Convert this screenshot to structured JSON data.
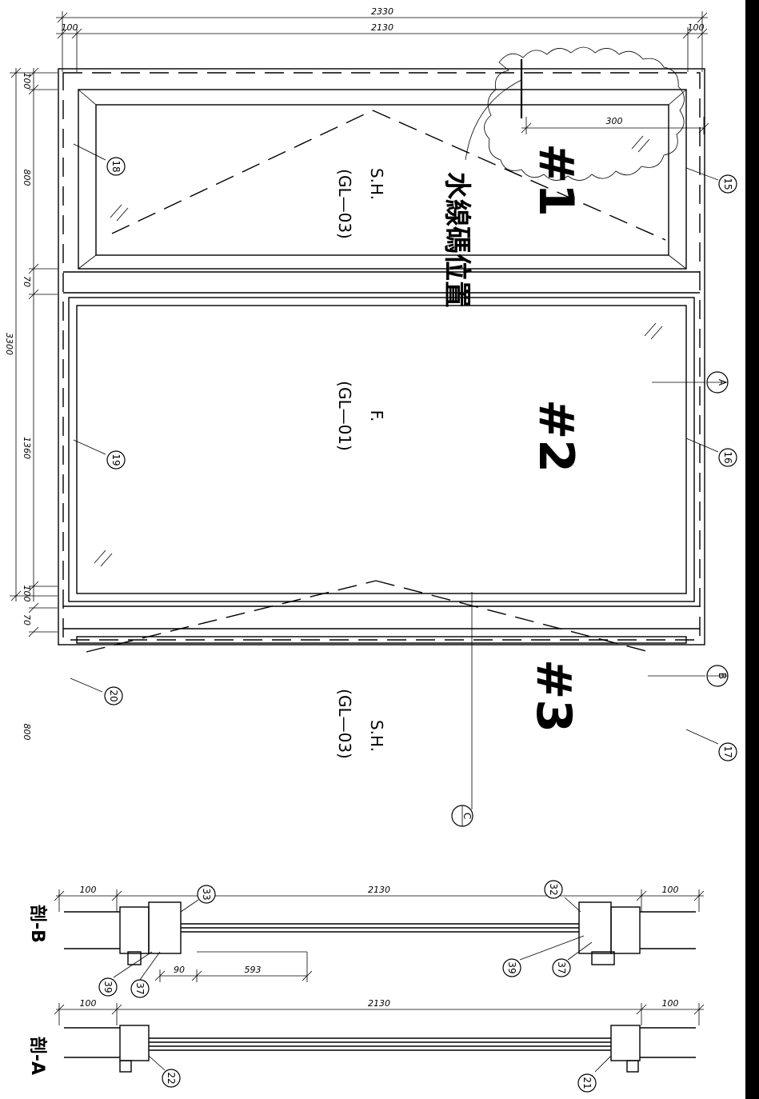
{
  "dimensions": {
    "overall_width": "2330",
    "inner_width": "2130",
    "side_margin": "100",
    "overall_height": "3300",
    "panel_top_height": "800",
    "transom": "70",
    "panel_mid_height": "1360",
    "panel_bottom_height": "800",
    "edge_top": "100",
    "edge_bottom": "100",
    "note_offset": "300",
    "sec_b_offset": "90",
    "sec_b_length": "593"
  },
  "panels": {
    "p1": {
      "number": "#1",
      "type": "S.H.",
      "code": "(GL—03)"
    },
    "p2": {
      "number": "#2",
      "type": "F.",
      "code": "(GL—01)"
    },
    "p3": {
      "number": "#3",
      "type": "S.H.",
      "code": "(GL—03)"
    }
  },
  "note": "水線碼位置",
  "callouts": [
    "15",
    "16",
    "17",
    "18",
    "19",
    "20",
    "21",
    "22",
    "32",
    "33",
    "37",
    "39"
  ],
  "section_markers": {
    "a": "A",
    "b": "B",
    "c": "C"
  },
  "section_titles": {
    "b": "剖-B",
    "a": "剖-A"
  }
}
